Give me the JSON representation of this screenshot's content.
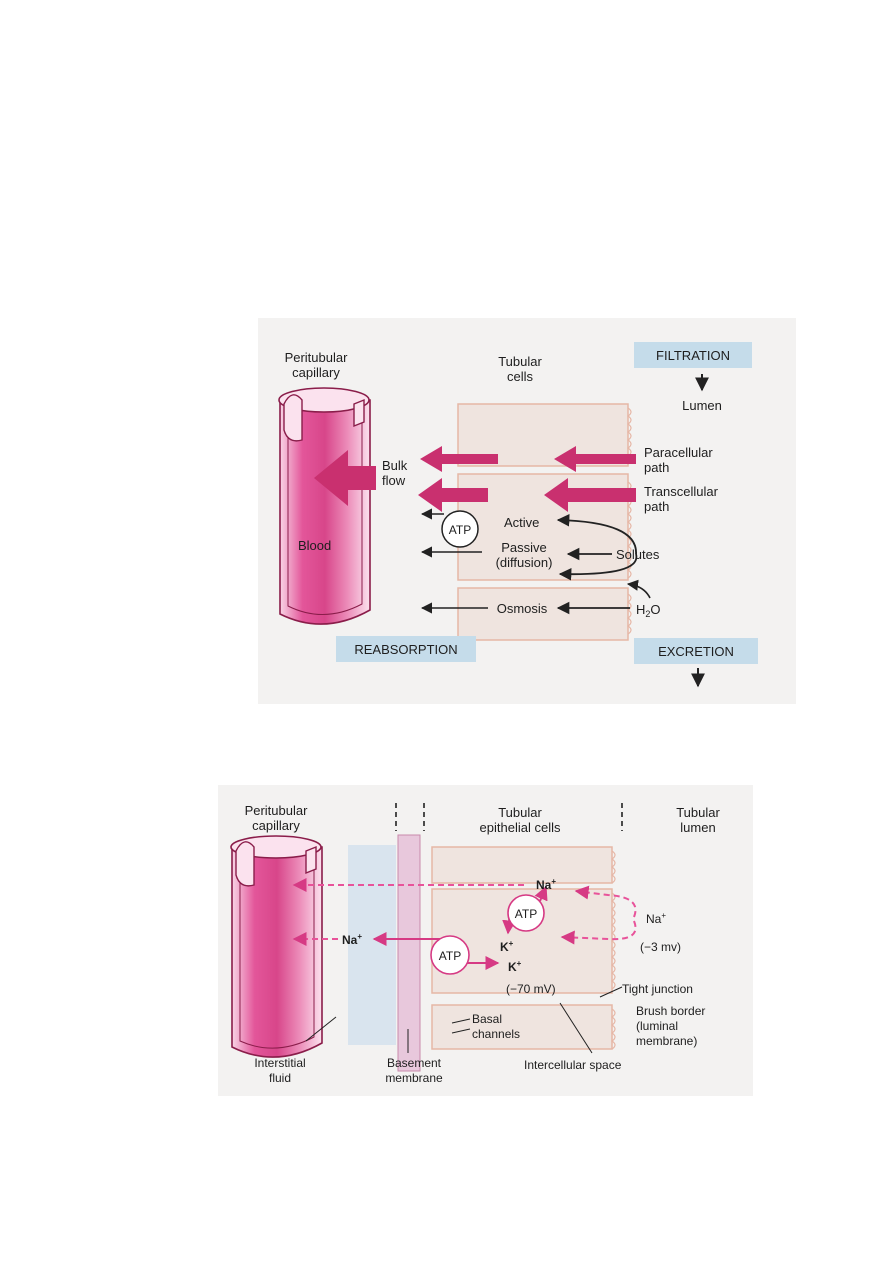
{
  "figure1": {
    "peritubular_line1": "Peritubular",
    "peritubular_line2": "capillary",
    "tubular_line1": "Tubular",
    "tubular_line2": "cells",
    "filtration": "FILTRATION",
    "lumen": "Lumen",
    "paracellular_line1": "Paracellular",
    "paracellular_line2": "path",
    "transcellular_line1": "Transcellular",
    "transcellular_line2": "path",
    "bulk_line1": "Bulk",
    "bulk_line2": "flow",
    "blood": "Blood",
    "atp": "ATP",
    "active": "Active",
    "passive_line1": "Passive",
    "passive_line2": "(diffusion)",
    "solutes": "Solutes",
    "osmosis": "Osmosis",
    "water_main": "H",
    "water_sub": "2",
    "water_end": "O",
    "reabsorption": "REABSORPTION",
    "excretion": "EXCRETION"
  },
  "figure2": {
    "peritubular_line1": "Peritubular",
    "peritubular_line2": "capillary",
    "epithelial_line1": "Tubular",
    "epithelial_line2": "epithelial cells",
    "lumen_line1": "Tubular",
    "lumen_line2": "lumen",
    "na": "Na",
    "plus": "+",
    "k": "K",
    "atp": "ATP",
    "voltage_lumen": "(−3 mv)",
    "voltage_cell": "(−70 mV)",
    "tight_junction": "Tight junction",
    "brush_line1": "Brush border",
    "brush_line2": "(luminal",
    "brush_line3": "membrane)",
    "basal_line1": "Basal",
    "basal_line2": "channels",
    "intercellular": "Intercellular space",
    "interstitial_line1": "Interstitial",
    "interstitial_line2": "fluid",
    "basement_line1": "Basement",
    "basement_line2": "membrane"
  },
  "colors": {
    "vessel": "#d63a84",
    "vessel_light": "#f6c6dc",
    "arrow_pink": "#c9306f",
    "dashed_pink": "#e8539a",
    "cell_fill": "#efe4df",
    "cell_outline": "#e6b7a6",
    "label_box": "#c5dcea",
    "interstitial": "#d9e4ee",
    "basement": "#e8c8dc"
  }
}
